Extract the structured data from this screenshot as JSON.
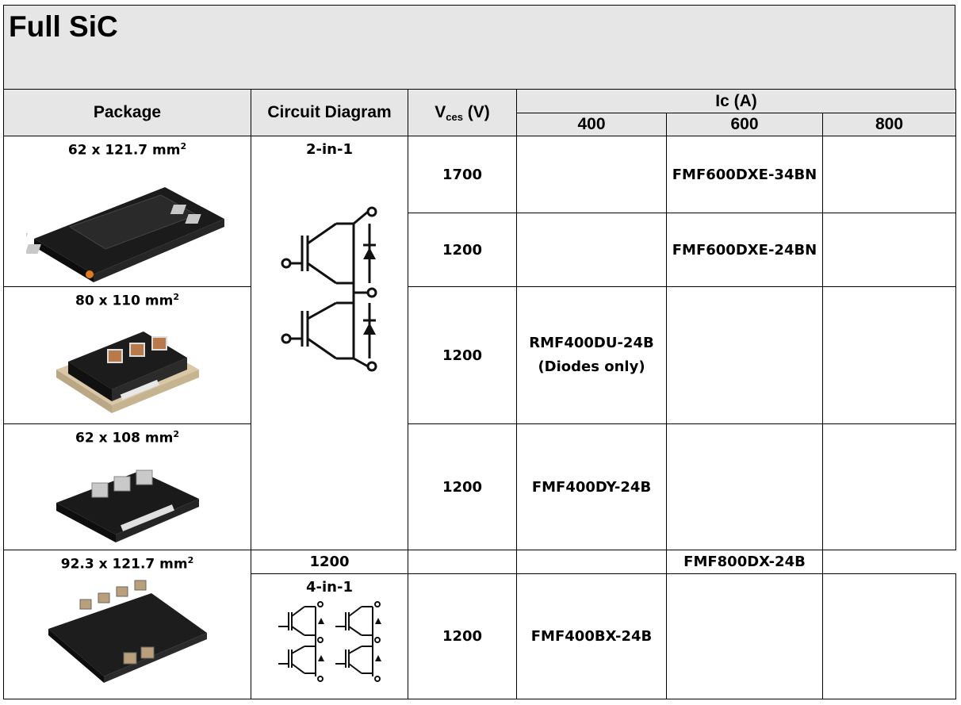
{
  "title": "Full SiC",
  "headers": {
    "package": "Package",
    "circuit": "Circuit Diagram",
    "vces_main": "V",
    "vces_sub": "ces",
    "vces_unit": " (V)",
    "ic": "Ic (A)",
    "ic_cols": [
      "400",
      "600",
      "800"
    ]
  },
  "packages": [
    {
      "dim": "62 x 121.7 mm",
      "sup": "2"
    },
    {
      "dim": "80 x 110 mm",
      "sup": "2"
    },
    {
      "dim": "62 x 108 mm",
      "sup": "2"
    },
    {
      "dim": "92.3 x 121.7 mm",
      "sup": "2"
    }
  ],
  "diagrams": {
    "d2in1": "2-in-1",
    "d4in1": "4-in-1"
  },
  "rows": [
    {
      "vces": "1700",
      "c400": "",
      "c600": "FMF600DXE-34BN",
      "c800": ""
    },
    {
      "vces": "1200",
      "c400": "",
      "c600": "FMF600DXE-24BN",
      "c800": ""
    },
    {
      "vces": "1200",
      "c400": "RMF400DU-24B",
      "c400b": "(Diodes only)",
      "c600": "",
      "c800": ""
    },
    {
      "vces": "1200",
      "c400": "FMF400DY-24B",
      "c600": "",
      "c800": ""
    },
    {
      "vces": "1200",
      "c400": "",
      "c600": "",
      "c800": "FMF800DX-24B"
    },
    {
      "vces": "1200",
      "c400": "FMF400BX-24B",
      "c600": "",
      "c800": ""
    }
  ]
}
